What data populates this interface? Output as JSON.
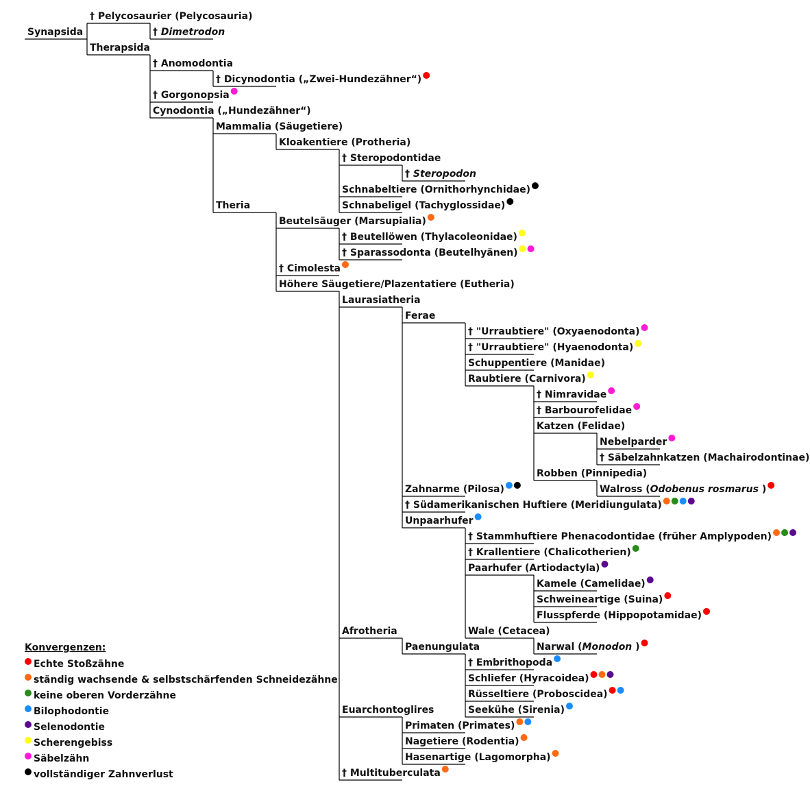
{
  "colors": {
    "red": "#ff0000",
    "orange": "#ff6a13",
    "green": "#2a8a1a",
    "blue": "#1a8cff",
    "purple": "#5b0a8f",
    "yellow": "#ffff1a",
    "magenta": "#ff1ad6",
    "black": "#000000"
  },
  "tree": {
    "nodes": [
      {
        "id": "pelycosaurier",
        "text": "Pelycosaurier (Pelycosauria)",
        "extinct": true,
        "row": 0,
        "col": 1,
        "dots": []
      },
      {
        "id": "synapsida",
        "text": "Synapsida",
        "extinct": false,
        "row": 1,
        "col": 0,
        "dots": []
      },
      {
        "id": "dimetrodon",
        "text": "Dimetrodon",
        "italic": true,
        "extinct": true,
        "row": 1,
        "col": 2,
        "dots": []
      },
      {
        "id": "therapsida",
        "text": "Therapsida",
        "extinct": false,
        "row": 2,
        "col": 1,
        "dots": []
      },
      {
        "id": "anomodontia",
        "text": "Anomodontia",
        "extinct": true,
        "row": 3,
        "col": 2,
        "dots": []
      },
      {
        "id": "dicynodontia",
        "text": "Dicynodontia („Zwei-Hundezähner“)",
        "extinct": true,
        "row": 4,
        "col": 3,
        "dots": [
          "red"
        ]
      },
      {
        "id": "gorgonopsia",
        "text": "Gorgonopsia",
        "extinct": true,
        "row": 5,
        "col": 2,
        "dots": [
          "magenta"
        ]
      },
      {
        "id": "cynodontia",
        "text": "Cynodontia („Hundezähner“)",
        "extinct": false,
        "row": 6,
        "col": 2,
        "dots": []
      },
      {
        "id": "mammalia",
        "text": "Mammalia (Säugetiere)",
        "extinct": false,
        "row": 7,
        "col": 3,
        "dots": []
      },
      {
        "id": "kloakentiere",
        "text": "Kloakentiere (Protheria)",
        "extinct": false,
        "row": 8,
        "col": 4,
        "dots": []
      },
      {
        "id": "steropodontidae",
        "text": "Steropodontidae",
        "extinct": true,
        "row": 9,
        "col": 5,
        "dots": []
      },
      {
        "id": "steropodon",
        "text": "Steropodon",
        "italic": true,
        "extinct": true,
        "row": 10,
        "col": 6,
        "dots": []
      },
      {
        "id": "schnabeltiere",
        "text": "Schnabeltiere (Ornithorhynchidae)",
        "extinct": false,
        "row": 11,
        "col": 5,
        "dots": [
          "black"
        ]
      },
      {
        "id": "schnabeligel",
        "text": "Schnabeligel (Tachyglossidae)",
        "extinct": false,
        "row": 12,
        "col": 5,
        "dots": [
          "black"
        ]
      },
      {
        "id": "theria",
        "text": "Theria",
        "extinct": false,
        "row": 12,
        "col": 3,
        "dots": []
      },
      {
        "id": "beutelsaeuger",
        "text": "Beutelsäuger (Marsupialia)",
        "extinct": false,
        "row": 13,
        "col": 4,
        "dots": [
          "orange"
        ]
      },
      {
        "id": "beutelloewen",
        "text": "Beutellöwen (Thylacoleonidae)",
        "extinct": true,
        "row": 14,
        "col": 5,
        "dots": [
          "yellow"
        ]
      },
      {
        "id": "sparassodonta",
        "text": "Sparassodonta (Beutelhyänen)",
        "extinct": true,
        "row": 15,
        "col": 5,
        "dots": [
          "yellow",
          "magenta"
        ]
      },
      {
        "id": "cimolesta",
        "text": "Cimolesta",
        "extinct": true,
        "row": 16,
        "col": 4,
        "dots": [
          "orange"
        ]
      },
      {
        "id": "eutheria",
        "text": "Höhere Säugetiere/Plazentatiere (Eutheria)",
        "extinct": false,
        "row": 17,
        "col": 4,
        "dots": []
      },
      {
        "id": "laurasiatheria",
        "text": "Laurasiatheria",
        "extinct": false,
        "row": 18,
        "col": 5,
        "dots": []
      },
      {
        "id": "ferae",
        "text": "Ferae",
        "extinct": false,
        "row": 19,
        "col": 6,
        "dots": []
      },
      {
        "id": "oxyaenodonta",
        "text": "\"Urraubtiere\" (Oxyaenodonta)",
        "extinct": true,
        "row": 20,
        "col": 7,
        "dots": [
          "magenta"
        ]
      },
      {
        "id": "hyaenodonta",
        "text": "\"Urraubtiere\" (Hyaenodonta)",
        "extinct": true,
        "row": 21,
        "col": 7,
        "dots": [
          "yellow"
        ]
      },
      {
        "id": "schuppentiere",
        "text": "Schuppentiere (Manidae)",
        "extinct": false,
        "row": 22,
        "col": 7,
        "dots": []
      },
      {
        "id": "raubtiere",
        "text": "Raubtiere (Carnivora)",
        "extinct": false,
        "row": 23,
        "col": 7,
        "dots": [
          "yellow"
        ]
      },
      {
        "id": "nimravidae",
        "text": "Nimravidae",
        "extinct": true,
        "row": 24,
        "col": 8,
        "dots": [
          "magenta"
        ]
      },
      {
        "id": "barbourofelidae",
        "text": "Barbourofelidae",
        "extinct": true,
        "row": 25,
        "col": 8,
        "dots": [
          "magenta"
        ]
      },
      {
        "id": "katzen",
        "text": "Katzen (Felidae)",
        "extinct": false,
        "row": 26,
        "col": 8,
        "dots": []
      },
      {
        "id": "nebelparder",
        "text": "Nebelparder",
        "extinct": false,
        "row": 27,
        "col": 9,
        "dots": [
          "magenta"
        ]
      },
      {
        "id": "saebelzahnkatzen",
        "text": "Säbelzahnkatzen (Machairodontinae)",
        "extinct": true,
        "row": 28,
        "col": 9,
        "dots": [
          "magenta"
        ]
      },
      {
        "id": "robben",
        "text": "Robben (Pinnipedia)",
        "extinct": false,
        "row": 29,
        "col": 8,
        "dots": []
      },
      {
        "id": "walross",
        "text_parts": [
          "Walross (",
          "Odobenus rosmarus",
          " )"
        ],
        "extinct": false,
        "row": 30,
        "col": 9,
        "dots": [
          "red"
        ]
      },
      {
        "id": "zahnarme",
        "text": "Zahnarme (Pilosa) ",
        "extinct": false,
        "row": 30,
        "col": 6,
        "dots": [
          "blue",
          "black"
        ]
      },
      {
        "id": "meridiungulata",
        "text": "Südamerikanischen Huftiere (Meridiungulata)",
        "extinct": true,
        "row": 31,
        "col": 6,
        "dots": [
          "orange",
          "green",
          "blue",
          "purple"
        ]
      },
      {
        "id": "unpaarhufer",
        "text": "Unpaarhufer",
        "extinct": false,
        "row": 32,
        "col": 6,
        "dots": [
          "blue"
        ]
      },
      {
        "id": "stammhuftiere",
        "text": "Stammhuftiere Phenacodontidae (früher Amplypoden)",
        "extinct": true,
        "row": 33,
        "col": 7,
        "dots": [
          "orange",
          "green",
          "purple"
        ]
      },
      {
        "id": "krallentiere",
        "text": "Krallentiere (Chalicotherien)",
        "extinct": true,
        "row": 34,
        "col": 7,
        "dots": [
          "green"
        ]
      },
      {
        "id": "paarhufer",
        "text": "Paarhufer (Artiodactyla)",
        "extinct": false,
        "row": 35,
        "col": 7,
        "dots": [
          "purple"
        ]
      },
      {
        "id": "kamele",
        "text": "Kamele (Camelidae)",
        "extinct": false,
        "row": 36,
        "col": 8,
        "dots": [
          "purple"
        ]
      },
      {
        "id": "schweineartige",
        "text": "Schweineartige (Suina)",
        "extinct": false,
        "row": 37,
        "col": 8,
        "dots": [
          "red"
        ]
      },
      {
        "id": "flusspferde",
        "text": "Flusspferde (Hippopotamidae)",
        "extinct": false,
        "row": 38,
        "col": 8,
        "dots": [
          "red"
        ]
      },
      {
        "id": "wale",
        "text": "Wale (Cetacea)",
        "extinct": false,
        "row": 39,
        "col": 7,
        "dots": []
      },
      {
        "id": "afrotheria",
        "text": "Afrotheria",
        "extinct": false,
        "row": 39,
        "col": 5,
        "dots": []
      },
      {
        "id": "paenungulata",
        "text": "Paenungulata",
        "extinct": false,
        "row": 40,
        "col": 6,
        "dots": []
      },
      {
        "id": "narwal",
        "text_parts": [
          "Narwal (",
          "Monodon",
          " )"
        ],
        "extinct": false,
        "row": 40,
        "col": 8,
        "dots": [
          "red"
        ]
      },
      {
        "id": "embrithopoda",
        "text": "Embrithopoda",
        "extinct": true,
        "row": 41,
        "col": 7,
        "dots": [
          "blue"
        ]
      },
      {
        "id": "schliefer",
        "text": "Schliefer (Hyracoidea)",
        "extinct": false,
        "row": 42,
        "col": 7,
        "dots": [
          "red",
          "orange",
          "purple"
        ]
      },
      {
        "id": "ruesseltiere",
        "text": "Rüsseltiere (Proboscidea)",
        "extinct": false,
        "row": 43,
        "col": 7,
        "dots": [
          "red",
          "blue"
        ]
      },
      {
        "id": "euarchontoglires",
        "text": "Euarchontoglires",
        "extinct": false,
        "row": 44,
        "col": 5,
        "dots": []
      },
      {
        "id": "seekuehe",
        "text": "Seekühe (Sirenia)",
        "extinct": false,
        "row": 44,
        "col": 7,
        "dots": [
          "blue"
        ]
      },
      {
        "id": "primaten",
        "text": "Primaten (Primates)",
        "extinct": false,
        "row": 45,
        "col": 6,
        "dots": [
          "orange",
          "blue"
        ]
      },
      {
        "id": "nagetiere",
        "text": "Nagetiere (Rodentia)",
        "extinct": false,
        "row": 46,
        "col": 6,
        "dots": [
          "orange"
        ]
      },
      {
        "id": "hasenartige",
        "text": "Hasenartige (Lagomorpha)",
        "extinct": false,
        "row": 47,
        "col": 6,
        "dots": [
          "orange"
        ]
      },
      {
        "id": "multituberculata",
        "text": "Multituberculata",
        "extinct": true,
        "row": 48,
        "col": 5,
        "dots": [
          "orange"
        ]
      }
    ],
    "links": [
      {
        "col": 1,
        "from_row": 0,
        "to_row": 2
      },
      {
        "col": 2,
        "from_row": 0,
        "to_row": 1
      },
      {
        "col": 2,
        "from_row": 2,
        "to_row": 6
      },
      {
        "col": 3,
        "from_row": 3,
        "to_row": 4
      },
      {
        "col": 3,
        "from_row": 6,
        "to_row": 12
      },
      {
        "col": 4,
        "from_row": 7,
        "to_row": 8
      },
      {
        "col": 4,
        "from_row": 12,
        "to_row": 17
      },
      {
        "col": 5,
        "from_row": 8,
        "to_row": 12
      },
      {
        "col": 5,
        "from_row": 13,
        "to_row": 15
      },
      {
        "col": 5,
        "from_row": 17,
        "to_row": 48
      },
      {
        "col": 6,
        "from_row": 9,
        "to_row": 10
      },
      {
        "col": 6,
        "from_row": 18,
        "to_row": 32
      },
      {
        "col": 6,
        "from_row": 39,
        "to_row": 40
      },
      {
        "col": 6,
        "from_row": 44,
        "to_row": 47
      },
      {
        "col": 7,
        "from_row": 19,
        "to_row": 23
      },
      {
        "col": 7,
        "from_row": 32,
        "to_row": 39
      },
      {
        "col": 7,
        "from_row": 40,
        "to_row": 44
      },
      {
        "col": 8,
        "from_row": 23,
        "to_row": 29
      },
      {
        "col": 8,
        "from_row": 35,
        "to_row": 38
      },
      {
        "col": 8,
        "from_row": 39,
        "to_row": 40
      },
      {
        "col": 9,
        "from_row": 26,
        "to_row": 28
      },
      {
        "col": 9,
        "from_row": 29,
        "to_row": 30
      }
    ],
    "extinct_marker": "†"
  },
  "legend": {
    "title": "Konvergenzen:",
    "items": [
      {
        "color": "red",
        "label": "Echte Stoßzähne"
      },
      {
        "color": "orange",
        "label": "ständig wachsende & selbstschärfenden Schneidezähne"
      },
      {
        "color": "green",
        "label": "keine oberen Vorderzähne"
      },
      {
        "color": "blue",
        "label": "Bilophodontie"
      },
      {
        "color": "purple",
        "label": "Selenodontie"
      },
      {
        "color": "yellow",
        "label": "Scherengebiss"
      },
      {
        "color": "magenta",
        "label": "Säbelzähn"
      },
      {
        "color": "black",
        "label": "vollständiger Zahnverlust"
      }
    ]
  }
}
